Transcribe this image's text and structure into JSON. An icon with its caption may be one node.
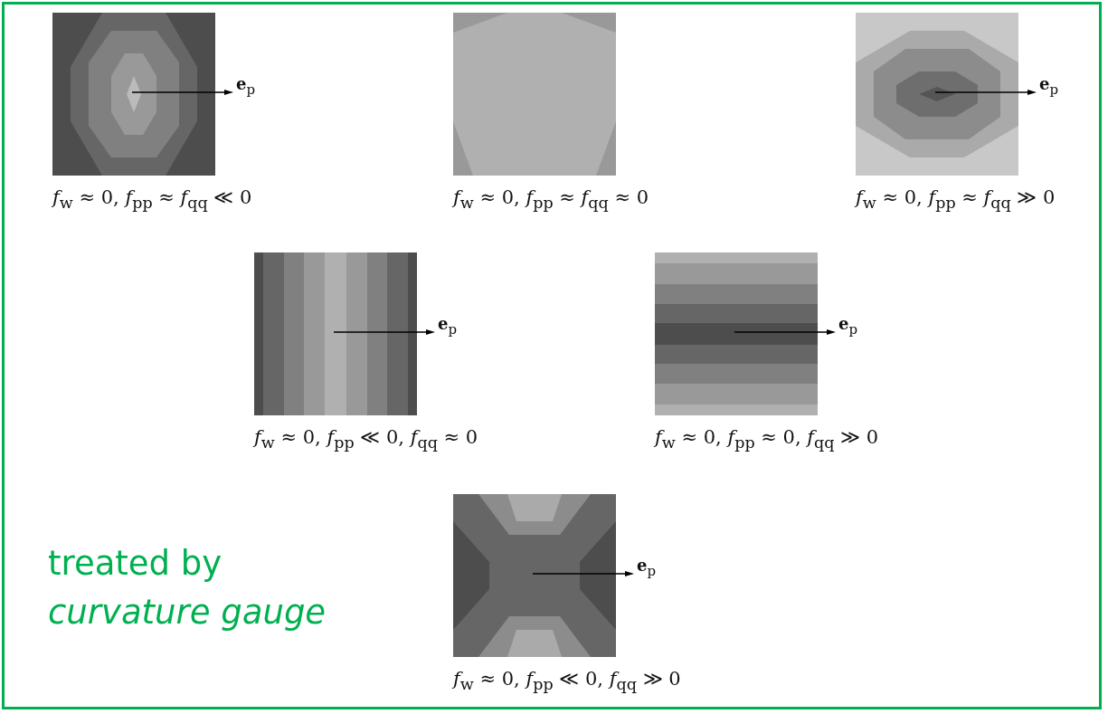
{
  "diagram": {
    "labels": [
      "**e**$_{p}$",
      "*f*$_{w}$ ≈ 0, *f*$_{pp}$ ≈ *f*$_{qq}$ ≪ 0",
      "*f*$_{w}$ ≈ 0, *f*$_{pp}$ ≈ *f*$_{qq}$ ≈ 0",
      "**e**$_{p}$",
      "*f*$_{w}$ ≈ 0, *f*$_{pp}$ ≈ *f*$_{qq}$ ≫ 0",
      "**e**$_{p}$",
      "*f*$_{w}$ ≈ 0, *f*$_{pp}$ ≪ 0, *f*$_{qq}$ ≈ 0",
      "**e**$_{p}$",
      "*f*$_{w}$ ≈ 0, *f*$_{pp}$ ≈ 0, *f*$_{qq}$ ≫ 0",
      "treated by *curvature gauge*",
      "**e**$_{p}$",
      "*f*$_{w}$ ≈ 0, *f*$_{pp}$ ≪ 0, *f*$_{qq}$ ≫ 0"
    ]
  }
}
